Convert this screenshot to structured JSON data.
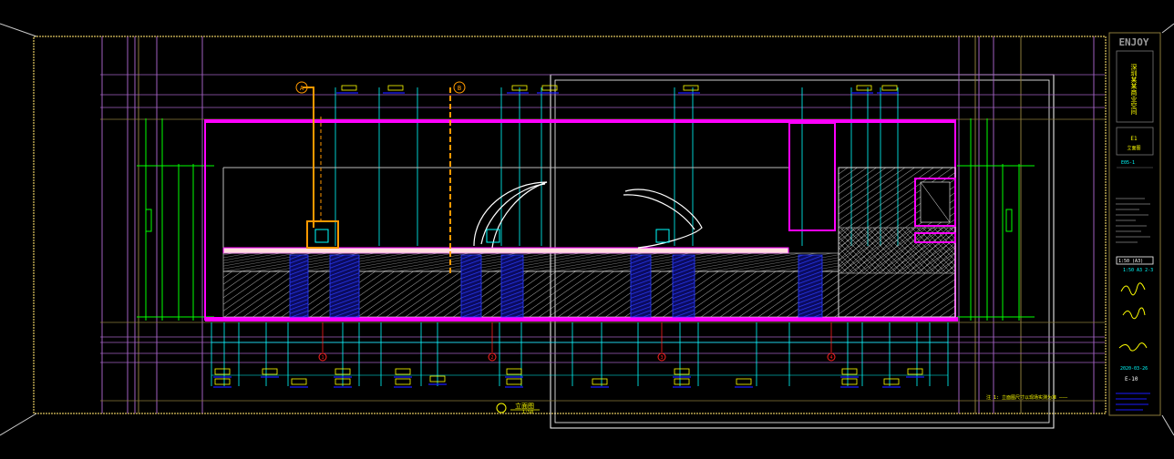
{
  "drawing": {
    "logo_text": "ENJOY",
    "title_block": {
      "project_vertical": "深圳某某商业空间",
      "sheet_code_small": "E1",
      "sheet_subtitle": "立面图",
      "scale_top": "E05-1",
      "scale_label": "1:50 A3 2-3",
      "sheet_no_box": "1:50 (A3)",
      "date": "2020-03-26",
      "sheet_no": "E-10",
      "signature_a": "Signature",
      "signature_b": "Signature"
    },
    "elevation_title": "立面图",
    "elevation_scale": "1:50",
    "bottom_note": "注 1: 立面图尺寸以现场实测为准  ———",
    "grid_markers": [
      "1",
      "2",
      "3",
      "4"
    ],
    "top_markers": [
      "A",
      "B"
    ],
    "colors": {
      "background": "#000000",
      "frame": "#8a7a3a",
      "magenta": "#ff00ff",
      "cyan": "#00ffff",
      "green": "#00ff00",
      "yellow": "#ffff00",
      "orange": "#ff9900",
      "blue": "#1a1aff",
      "white": "#ffffff",
      "purple": "#a060c0",
      "red": "#ff2020"
    }
  }
}
